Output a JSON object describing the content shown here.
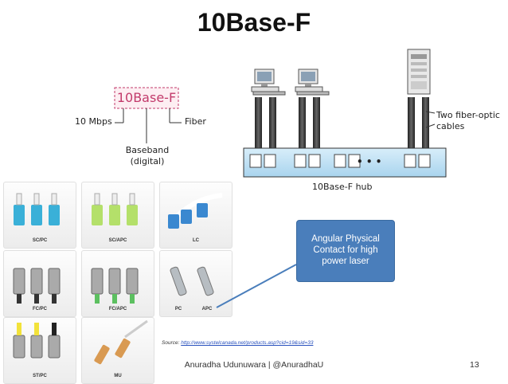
{
  "slide": {
    "title": "10Base-F",
    "footer": "Anuradha Udunuwara | @AnuradhaU",
    "page_number": "13"
  },
  "naming_diagram": {
    "box_label": "10Base-F",
    "speed_label": "10 Mbps",
    "medium_label": "Fiber",
    "signal_line1": "Baseband",
    "signal_line2": "(digital)"
  },
  "topology": {
    "cables_line1": "Two fiber-optic",
    "cables_line2": "cables",
    "hub_label": "10Base-F  hub",
    "ellipsis": "• • •"
  },
  "connectors": {
    "captions": [
      "SC/PC",
      "SC/APC",
      "LC",
      "FC/PC",
      "FC/APC",
      "PC",
      "APC",
      "ST/PC",
      "MU"
    ]
  },
  "callout": {
    "lines": [
      "Angular Physical",
      "Contact for high",
      "power laser"
    ]
  },
  "source": {
    "prefix": "Source: ",
    "link": "http://www.systelcanada.net/products.asp?cid=19&sid=33"
  }
}
